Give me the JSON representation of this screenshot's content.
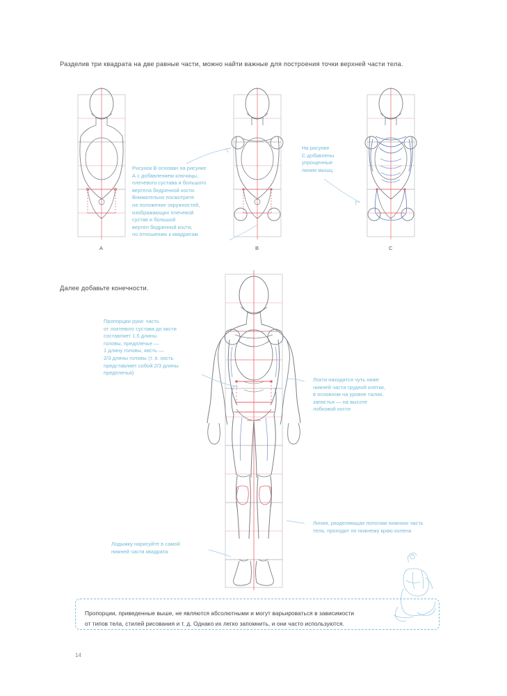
{
  "document": {
    "page_number": "14",
    "intro_1": "Разделив три квадрата на две равные части, можно найти важные для построения точки верхней части тела.",
    "intro_2": "Далее добавьте конечности."
  },
  "figures": {
    "label_a": "A",
    "label_b": "B",
    "label_c": "C"
  },
  "annotations": {
    "fig_b_note": "Рисунок В основан на рисунке\nА с добавлением ключицы,\nплечевого сустава и большого\nвертела бедренной кости.\nВнимательно посмотрите\nна положение окружностей,\nизображающих плечевой\nсустав и большой\nвертел бедренной кости,\nпо отношению к квадратам",
    "fig_c_note": "На рисунке\nС добавлены\nупрощенные\nлинии мышц",
    "arm_note": "Пропорции руки: часть\nот локтевого сустава до кисти\nсоставляет 1,5 длины\nголовы, предплечье —\n1 длину головы, кисть —\n2/3 длины головы (т. е. кисть\nпредставляет собой 2/3 длины\nпредплечья)",
    "elbow_note": "Локти находятся чуть ниже\nнижней части грудной клетки,\nв основном на уровне талии,\nзапястья — на высоте\nлобковой кости",
    "knee_note": "Линия, разделяющая пополам нижнюю часть\nтела, проходит по нижнему краю колена",
    "ankle_note": "Лодыжку нарисуйте в самой\nнижней части квадрата"
  },
  "note_box": {
    "line_1": "Пропорции, приведенные выше, не являются абсолютными и могут варьироваться в зависимости",
    "line_2": "от типов тела, стилей рисования и т. д. Однако их легко запомнить, и они часто используются."
  },
  "colors": {
    "annotation_blue": "#6fb9d8",
    "body_gray": "#7a7f85",
    "guide_red": "#e8616b",
    "muscle_blue": "#5b7fc0",
    "note_border": "#7cc0dc"
  }
}
